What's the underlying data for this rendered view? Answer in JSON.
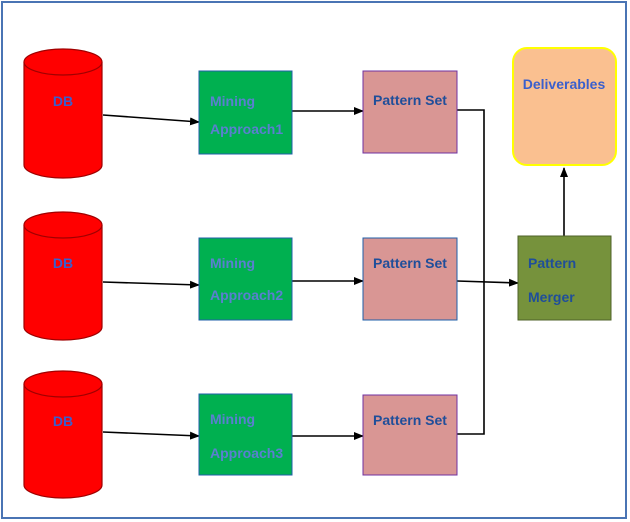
{
  "diagram": {
    "databases": [
      {
        "label": "DB"
      },
      {
        "label": "DB"
      },
      {
        "label": "DB"
      }
    ],
    "approaches": [
      {
        "line1": "Mining",
        "line2": "Approach1"
      },
      {
        "line1": "Mining",
        "line2": "Approach2"
      },
      {
        "line1": "Mining",
        "line2": "Approach3"
      }
    ],
    "pattern_sets": [
      {
        "label": "Pattern Set"
      },
      {
        "label": "Pattern Set"
      },
      {
        "label": "Pattern Set"
      }
    ],
    "merger": {
      "line1": "Pattern",
      "line2": "Merger"
    },
    "deliverables": {
      "label": "Deliverables"
    },
    "colors": {
      "frame": "#4a74b4",
      "db_fill": "#ff0000",
      "db_stroke": "#a00000",
      "db_text": "#3a5fcd",
      "approach_fill": "#00b050",
      "approach_stroke": "#1f5fa8",
      "approach_text": "#5b7fd0",
      "pattern_fill": "#d99694",
      "pattern_stroke": "#7030a0",
      "pattern_text": "#1f4e9a",
      "merger_fill": "#76923c",
      "merger_stroke": "#4f6228",
      "merger_text": "#1f4e9a",
      "deliv_fill": "#fac090",
      "deliv_stroke": "#ffff00",
      "deliv_text": "#3a5fcd",
      "arrow": "#000000"
    }
  }
}
